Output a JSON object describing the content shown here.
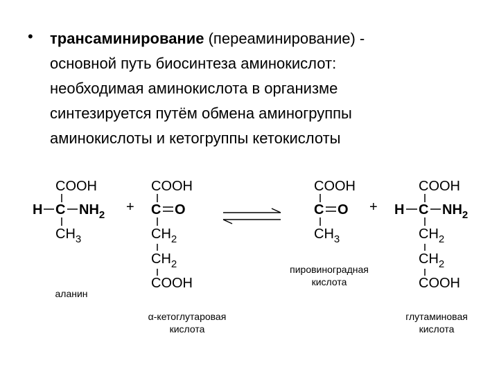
{
  "slide": {
    "bullet_symbol": "•",
    "term": "трансаминирование",
    "term_alt": "(переаминирование)  -",
    "line2": "основной путь биосинтеза аминокислот:",
    "line3": "необходимая аминокислота в организме",
    "line4": "синтезируется путём обмена аминогруппы",
    "line5": "аминокислоты и кетогруппы кетокислоты"
  },
  "reaction": {
    "alanine": {
      "top": "COOH",
      "left": "H",
      "center": "C",
      "right_main": "NH",
      "right_sub": "2",
      "bottom_main": "CH",
      "bottom_sub": "3",
      "name": "аланин"
    },
    "plus1": "+",
    "ketoglutarate": {
      "top": "COOH",
      "c": "C",
      "o": "O",
      "row3_main": "CH",
      "row3_sub": "2",
      "row4_main": "CH",
      "row4_sub": "2",
      "bottom": "COOH",
      "name_prefix": "α",
      "name_line1": "-кетоглутаровая",
      "name_line2": "кислота"
    },
    "pyruvate": {
      "top": "COOH",
      "c": "C",
      "o": "O",
      "bottom_main": "CH",
      "bottom_sub": "3",
      "name_line1": "пировиноградная",
      "name_line2": "кислота"
    },
    "plus2": "+",
    "glutamate": {
      "top": "COOH",
      "left": "H",
      "center": "C",
      "right_main": "NH",
      "right_sub": "2",
      "row3_main": "CH",
      "row3_sub": "2",
      "row4_main": "CH",
      "row4_sub": "2",
      "bottom": "COOH",
      "name_line1": "глутаминовая",
      "name_line2": "кислота"
    }
  }
}
